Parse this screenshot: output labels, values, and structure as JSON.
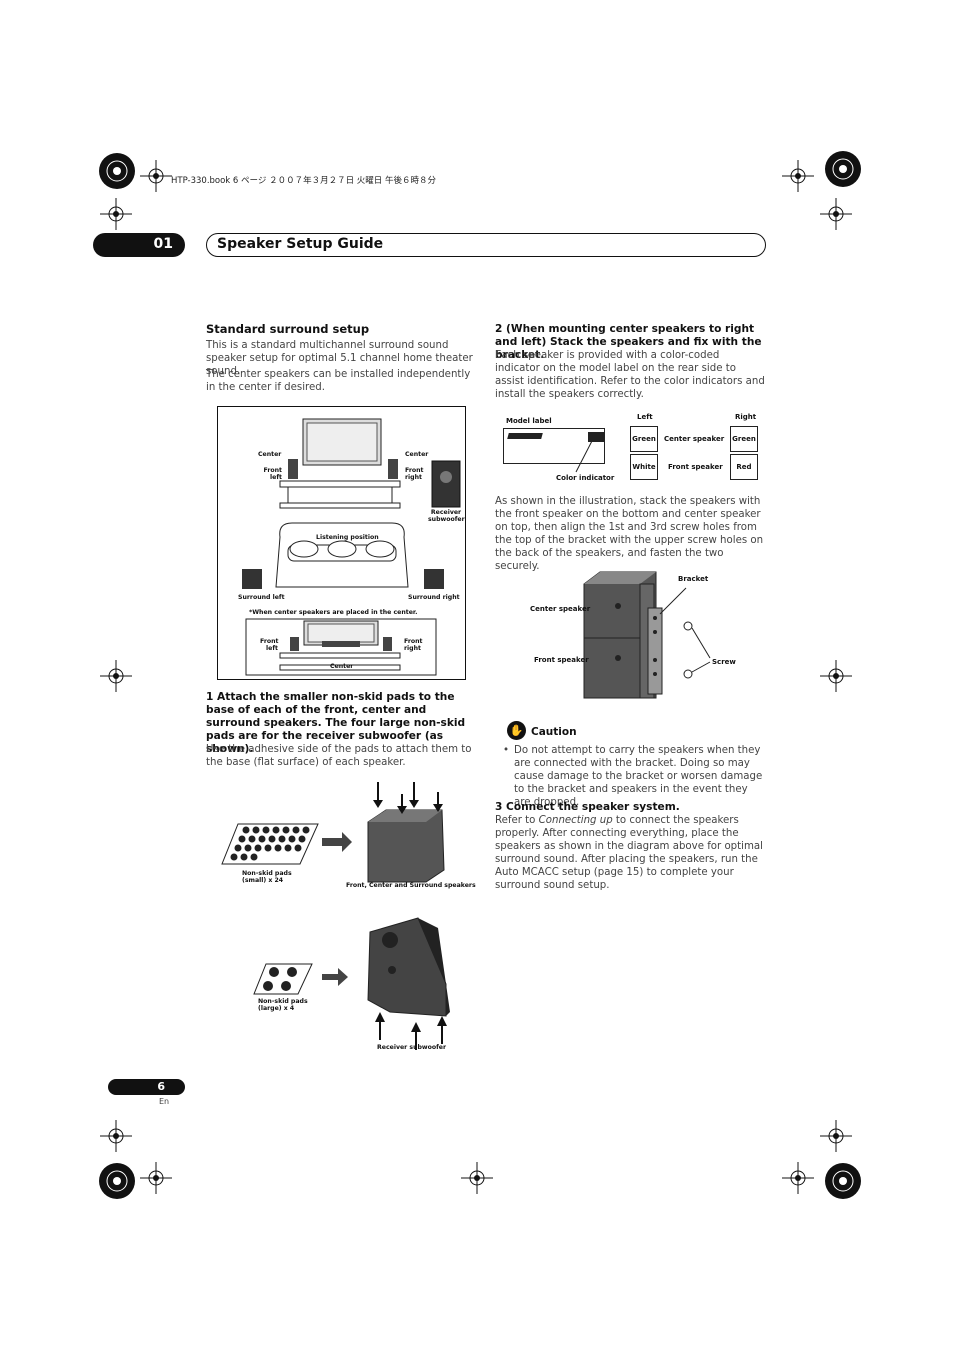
{
  "header": {
    "file_info": "HTP-330.book  6 ページ  ２００７年３月２７日  火曜日  午後６時８分",
    "chapter_number": "01",
    "chapter_title": "Speaker Setup Guide"
  },
  "left": {
    "section_title": "Standard surround setup",
    "para1": "This is a standard multichannel surround sound speaker setup for optimal 5.1 channel home theater sound.",
    "para2": "The center speakers can be installed independently in the center if desired.",
    "diagram1": {
      "center_left": "Center",
      "center_right": "Center",
      "front_left": "Front left",
      "front_right": "Front right",
      "receiver_subwoofer": "Receiver subwoofer",
      "listening_position": "Listening position",
      "surround_left": "Surround left",
      "surround_right": "Surround right",
      "note": "*When center speakers are placed in the center.",
      "inset_front_left": "Front left",
      "inset_front_right": "Front right",
      "inset_center": "Center"
    },
    "step1_title": "1    Attach the smaller non-skid pads to the base of each of the front, center and surround speakers. The four large non-skid pads are for the receiver subwoofer (as shown).",
    "step1_body": "Use the adhesive side of the pads to attach them to the base (flat surface) of each speaker.",
    "pads_small": "Non-skid pads (small) x 24",
    "pads_small_target": "Front, Center and Surround speakers",
    "pads_large": "Non-skid pads (large) x 4",
    "pads_large_target": "Receiver subwoofer"
  },
  "right": {
    "step2_title": "2    (When mounting center speakers to right and left) Stack the speakers and fix with the bracket.",
    "step2_body": "Each speaker is provided with a color-coded indicator on the model label on the rear side to assist identification. Refer to the color indicators and install the speakers correctly.",
    "label_diagram": {
      "model_label": "Model label",
      "color_indicator": "Color indicator",
      "col_left": "Left",
      "col_right": "Right",
      "rows": [
        {
          "left": "Green",
          "name": "Center speaker",
          "right": "Green"
        },
        {
          "left": "White",
          "name": "Front speaker",
          "right": "Red"
        }
      ]
    },
    "step2_body2": "As shown in the illustration, stack the speakers with the front speaker on the bottom and center speaker on top, then align the 1st and 3rd screw holes from the top of the bracket with the upper screw holes on the back of the speakers, and fasten the two securely.",
    "bracket_diagram": {
      "bracket": "Bracket",
      "center_speaker": "Center speaker",
      "front_speaker": "Front speaker",
      "screw": "Screw"
    },
    "caution_title": "Caution",
    "caution_text": "Do not attempt to carry the speakers when they are connected with the bracket. Doing so may cause damage to the bracket or worsen damage to the bracket and speakers in the event they are dropped.",
    "step3_title": "3    Connect the speaker system.",
    "step3_pre": "Refer to ",
    "step3_link": "Connecting up",
    "step3_post": " to connect the speakers properly. After connecting everything, place the speakers as shown in the diagram above for optimal surround sound. After placing the speakers, run the Auto MCACC setup (page 15) to complete your surround sound setup."
  },
  "footer": {
    "page_number": "6",
    "language": "En"
  }
}
